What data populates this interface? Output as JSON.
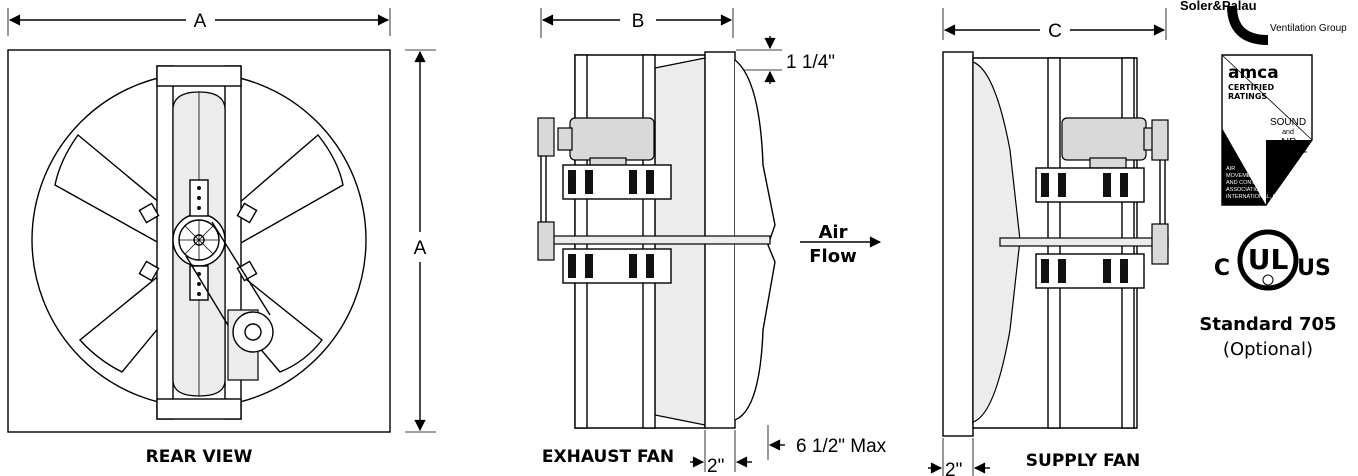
{
  "dimensions": {
    "rear_width": "A",
    "rear_height": "A",
    "exhaust_depth": "B",
    "supply_depth": "C",
    "flange_offset": "1 1/4\"",
    "exhaust_flange": "2\"",
    "exhaust_max": "6 1/2\" Max",
    "supply_flange": "2\""
  },
  "captions": {
    "rear": "REAR VIEW",
    "exhaust": "EXHAUST FAN",
    "supply": "SUPPLY FAN"
  },
  "airflow": {
    "line1": "Air",
    "line2": "Flow"
  },
  "logos": {
    "brand": "Soler&Palau",
    "brand_sub": "Ventilation Group",
    "amca_word": "amca",
    "amca_certified": "CERTIFIED",
    "amca_ratings": "RATINGS",
    "amca_sound": "SOUND",
    "amca_and": "and",
    "amca_air": "AIR",
    "amca_performance": "PERFORMANCE",
    "amca_assoc_1": "AIR",
    "amca_assoc_2": "MOVEMENT",
    "amca_assoc_3": "AND CONTROL",
    "amca_assoc_4": "ASSOCIATION",
    "amca_assoc_5": "INTERNATIONAL, INC.",
    "ul_c": "C",
    "ul_mark": "UL",
    "ul_us": "US",
    "standard": "Standard 705",
    "optional": "(Optional)"
  }
}
